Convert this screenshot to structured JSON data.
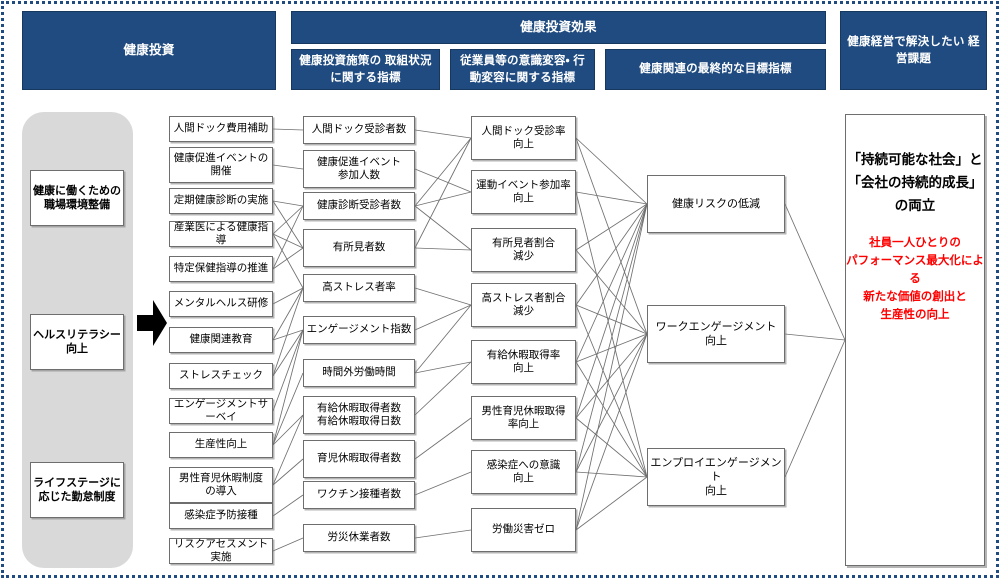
{
  "meta": {
    "doc_title": "健康経営戦略マップ",
    "accent_color": "#1F4B80",
    "rail_color": "#D9D9D9",
    "highlight_color": "#FF0000",
    "link_color": "#6F6F6F"
  },
  "headers": {
    "investment": "健康投資",
    "effect_group": "健康投資効果",
    "effect_1": "健康投資施策の\n取組状況に関する指標",
    "effect_2": "従業員等の意識変容・\n行動変容に関する指標",
    "effect_3": "健康関連の最終的な目標指標",
    "issue": "健康経営で解決したい\n経営課題"
  },
  "rail": {
    "name": "health-investment-rail",
    "items": [
      {
        "label": "健康に働くための\n職場環境整備"
      },
      {
        "label": "ヘルスリテラシー\n向上"
      },
      {
        "label": "ライフステージに\n応じた勤怠制度"
      }
    ]
  },
  "measures": [
    {
      "label": "人間ドック費用補助"
    },
    {
      "label": "健康促進イベントの\n開催"
    },
    {
      "label": "定期健康診断の実施"
    },
    {
      "label": "産業医による健康指導"
    },
    {
      "label": "特定保健指導の推進"
    },
    {
      "label": "メンタルヘルス研修"
    },
    {
      "label": "健康関連教育"
    },
    {
      "label": "ストレスチェック"
    },
    {
      "label": "エンゲージメントサーベイ"
    },
    {
      "label": "生産性向上"
    },
    {
      "label": "男性育児休暇制度\nの導入"
    },
    {
      "label": "感染症予防接種"
    },
    {
      "label": "リスクアセスメント実施"
    }
  ],
  "activity_indicators": [
    {
      "label": "人間ドック受診者数"
    },
    {
      "label": "健康促進イベント\n参加人数"
    },
    {
      "label": "健康診断受診者数"
    },
    {
      "label": "有所見者数"
    },
    {
      "label": "高ストレス者率"
    },
    {
      "label": "エンゲージメント指数"
    },
    {
      "label": "時間外労働時間"
    },
    {
      "label": "有給休暇取得者数\n有給休暇取得日数"
    },
    {
      "label": "育児休暇取得者数"
    },
    {
      "label": "ワクチン接種者数"
    },
    {
      "label": "労災休業者数"
    }
  ],
  "behavior_indicators": [
    {
      "label": "人間ドック受診率\n向上"
    },
    {
      "label": "運動イベント参加率\n向上"
    },
    {
      "label": "有所見者割合\n減少"
    },
    {
      "label": "高ストレス者割合\n減少"
    },
    {
      "label": "有給休暇取得率\n向上"
    },
    {
      "label": "男性育児休暇取得\n率向上"
    },
    {
      "label": "感染症への意識\n向上"
    },
    {
      "label": "労働災害ゼロ"
    }
  ],
  "final_goals": [
    {
      "label": "健康リスクの低減"
    },
    {
      "label": "ワークエンゲージメント\n向上"
    },
    {
      "label": "エンプロイエンゲージメント\n向上"
    }
  ],
  "outcome": {
    "main": "「持続可能な社会」と\n「会社の持続的成長」\nの両立",
    "sub": "社員一人ひとりの\nパフォーマンス最大化による\n新たな価値の創出と\n生産性の向上"
  }
}
